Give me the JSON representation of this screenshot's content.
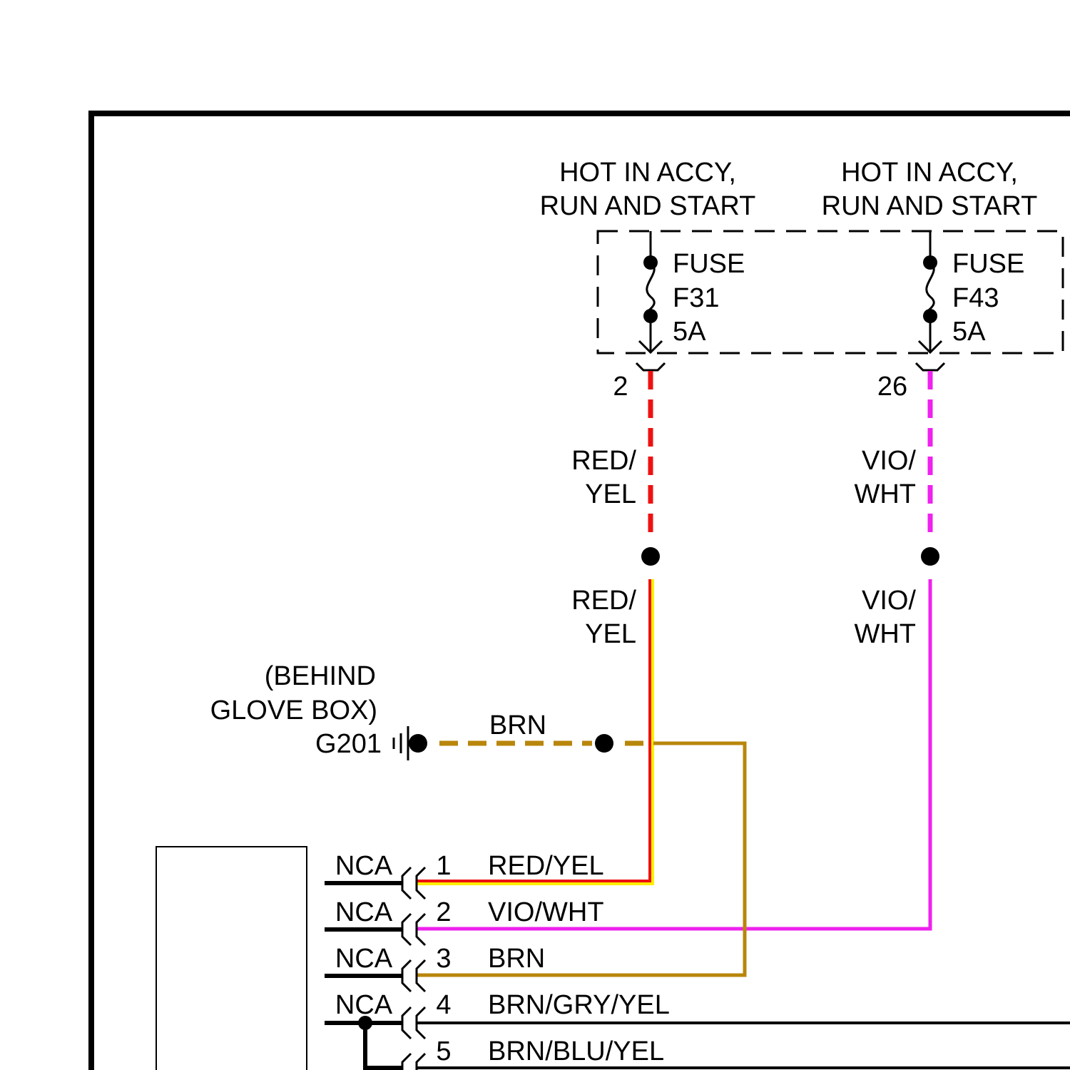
{
  "fuse_block": {
    "left": {
      "hot_line1": "HOT IN ACCY,",
      "hot_line2": "RUN AND START",
      "fuse_label": "FUSE",
      "fuse_id": "F31",
      "rating": "5A",
      "pin": "2"
    },
    "right": {
      "hot_line1": "HOT IN ACCY,",
      "hot_line2": "RUN AND START",
      "fuse_label": "FUSE",
      "fuse_id": "F43",
      "rating": "5A",
      "pin": "26"
    }
  },
  "wires": {
    "red_yel_upper": {
      "line1": "RED/",
      "line2": "YEL"
    },
    "red_yel_lower": {
      "line1": "RED/",
      "line2": "YEL"
    },
    "vio_wht_upper": {
      "line1": "VIO/",
      "line2": "WHT"
    },
    "vio_wht_lower": {
      "line1": "VIO/",
      "line2": "WHT"
    },
    "brn": "BRN"
  },
  "ground": {
    "location_line1": "(BEHIND",
    "location_line2": "GLOVE BOX)",
    "id": "G201"
  },
  "connector": {
    "rows": [
      {
        "nca": "NCA",
        "pin": "1",
        "color": "RED/YEL"
      },
      {
        "nca": "NCA",
        "pin": "2",
        "color": "VIO/WHT"
      },
      {
        "nca": "NCA",
        "pin": "3",
        "color": "BRN"
      },
      {
        "nca": "NCA",
        "pin": "4",
        "color": "BRN/GRY/YEL"
      },
      {
        "nca": "",
        "pin": "5",
        "color": "BRN/BLU/YEL"
      }
    ]
  },
  "colors": {
    "red": "#ee1111",
    "yellow": "#ffee00",
    "violet": "#ee22ee",
    "brown": "#b8860b",
    "black": "#000000"
  }
}
